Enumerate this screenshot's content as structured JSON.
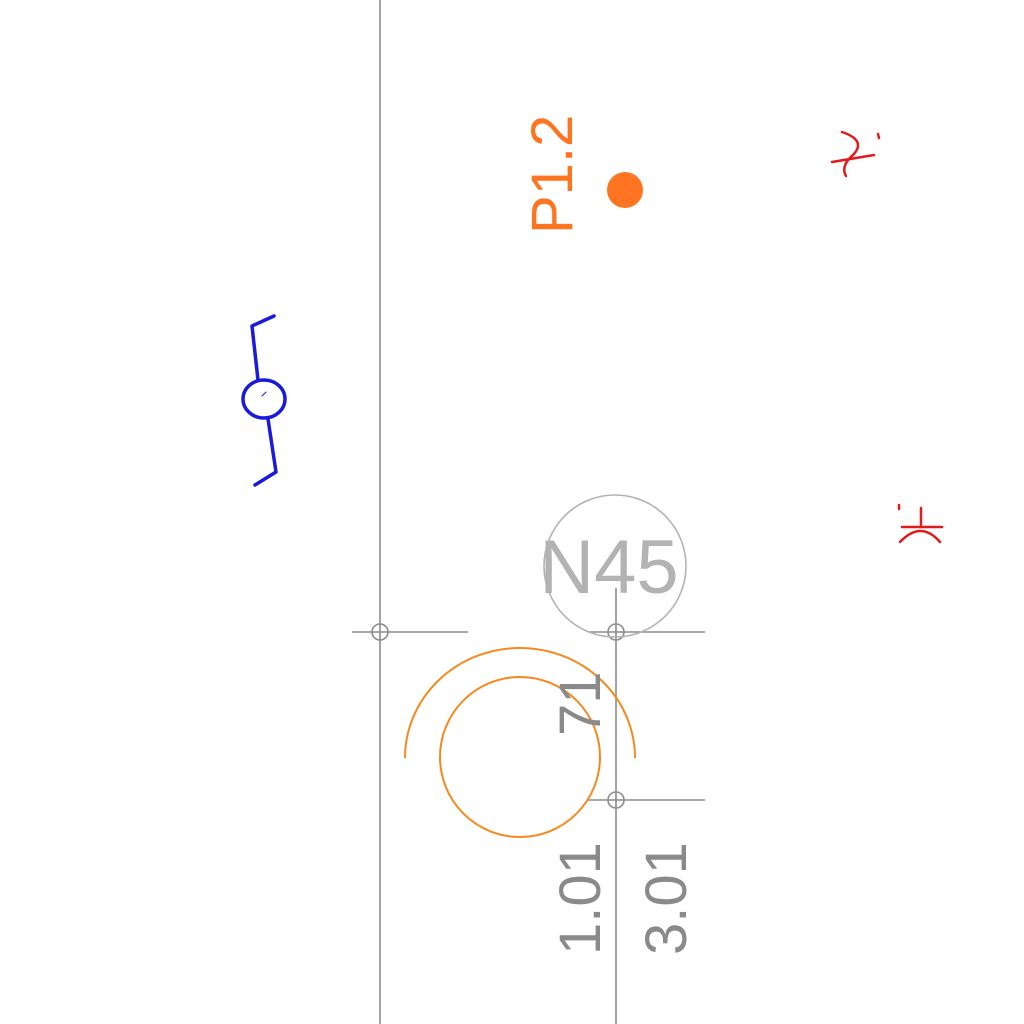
{
  "labels": {
    "point_label": "P1.2",
    "node_label": "N45",
    "dim_vertical": "71",
    "dim_left": "1.01",
    "dim_right": "3.01"
  },
  "colors": {
    "background": "#ffffff",
    "grid_line": "#8c8c8c",
    "node": "#b3b3b3",
    "dimension_text": "#8a8a8a",
    "point": "#ff7420",
    "orange_arc": "#f5891f",
    "blue_symbol": "#1a1adb",
    "red_symbol": "#e31a1a"
  },
  "symbols": {
    "blue": "valve-symbol",
    "red": "fixture-symbol",
    "orange_dot": "point-marker"
  }
}
